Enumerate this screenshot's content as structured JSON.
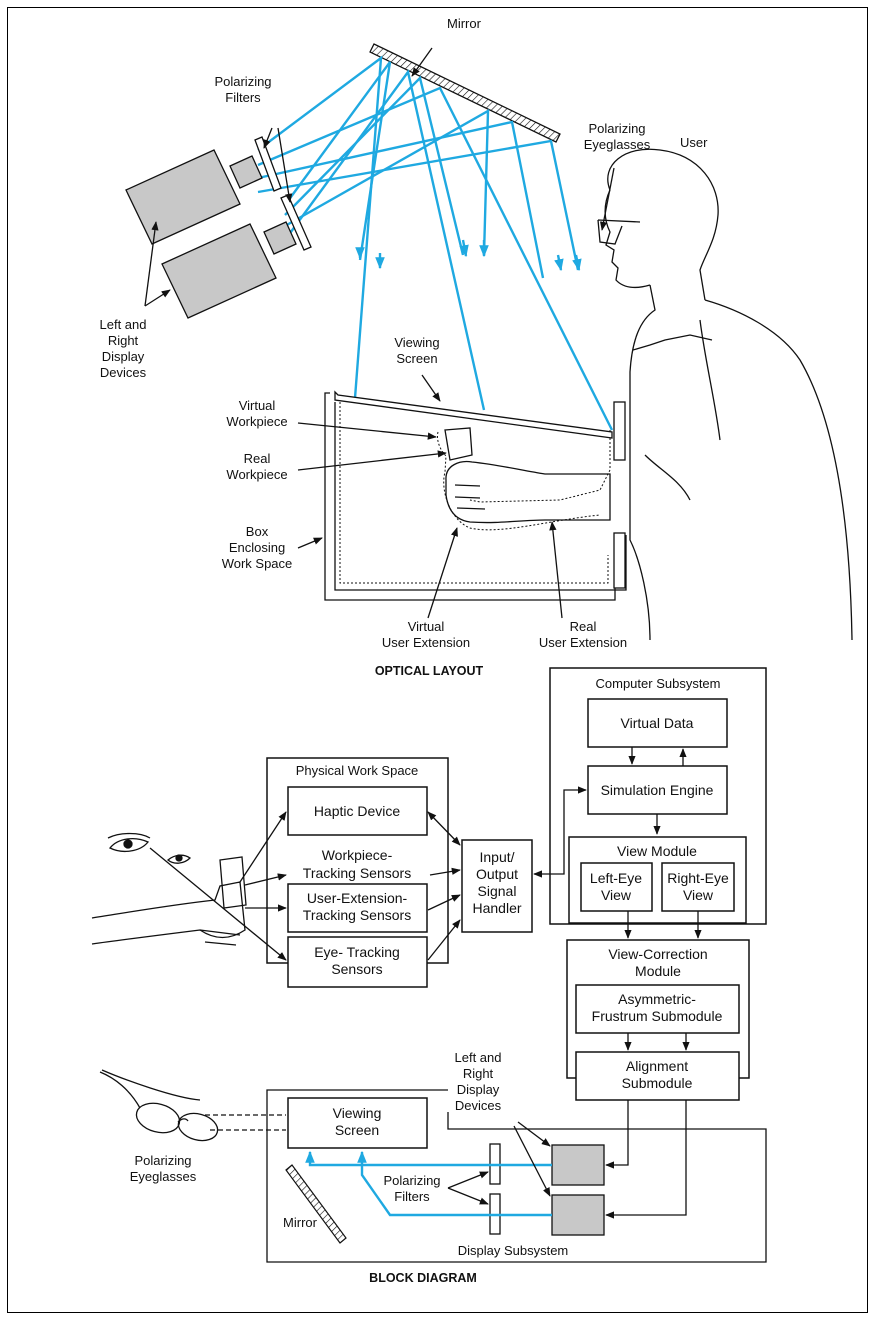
{
  "optical": {
    "mirror": "Mirror",
    "filters": [
      "Polarizing",
      "Filters"
    ],
    "eyeglasses": [
      "Polarizing",
      "Eyeglasses"
    ],
    "user": "User",
    "display_devices": [
      "Left and",
      "Right",
      "Display",
      "Devices"
    ],
    "viewing_screen": [
      "Viewing",
      "Screen"
    ],
    "virtual_workpiece": [
      "Virtual",
      "Workpiece"
    ],
    "real_workpiece": [
      "Real",
      "Workpiece"
    ],
    "box": [
      "Box",
      "Enclosing",
      "Work Space"
    ],
    "virtual_ext": [
      "Virtual",
      "User Extension"
    ],
    "real_ext": [
      "Real",
      "User Extension"
    ],
    "caption": "OPTICAL LAYOUT"
  },
  "block": {
    "computer_subsystem": "Computer Subsystem",
    "virtual_data": "Virtual Data",
    "simulation_engine": "Simulation Engine",
    "view_module": "View Module",
    "left_eye": [
      "Left-Eye",
      "View"
    ],
    "right_eye": [
      "Right-Eye",
      "View"
    ],
    "view_correction": [
      "View-Correction",
      "Module"
    ],
    "asym": [
      "Asymmetric-",
      "Frustrum Submodule"
    ],
    "alignment": [
      "Alignment",
      "Submodule"
    ],
    "physical_ws": "Physical Work Space",
    "haptic": "Haptic Device",
    "workpiece_sensors": [
      "Workpiece-",
      "Tracking Sensors"
    ],
    "user_ext_sensors": [
      "User-Extension-",
      "Tracking Sensors"
    ],
    "eye_sensors": [
      "Eye- Tracking",
      "Sensors"
    ],
    "io_handler": [
      "Input/",
      "Output",
      "Signal",
      "Handler"
    ],
    "display_devices": [
      "Left and",
      "Right",
      "Display",
      "Devices"
    ],
    "viewing_screen": [
      "Viewing",
      "Screen"
    ],
    "eyeglasses": [
      "Polarizing",
      "Eyeglasses"
    ],
    "filters": [
      "Polarizing",
      "Filters"
    ],
    "mirror": "Mirror",
    "display_subsystem": "Display Subsystem",
    "caption": "BLOCK DIAGRAM"
  },
  "colors": {
    "light_ray": "#1fa9e1",
    "device_fill": "#c8c8c8",
    "line": "#111111"
  }
}
